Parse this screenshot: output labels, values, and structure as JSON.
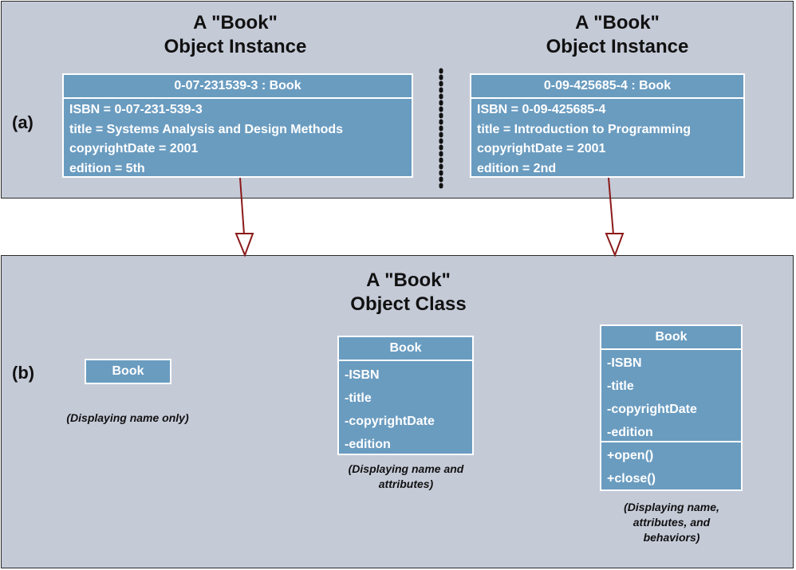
{
  "part_a": {
    "label": "(a)",
    "instances": [
      {
        "heading_line1": "A \"Book\"",
        "heading_line2": "Object Instance",
        "header": "0-07-231539-3 : Book",
        "attributes": [
          "ISBN = 0-07-231-539-3",
          "title = Systems Analysis and Design Methods",
          "copyrightDate = 2001",
          "edition = 5th"
        ]
      },
      {
        "heading_line1": "A \"Book\"",
        "heading_line2": "Object Instance",
        "header": "0-09-425685-4 : Book",
        "attributes": [
          "ISBN = 0-09-425685-4",
          "title = Introduction to Programming",
          "copyrightDate = 2001",
          "edition = 2nd"
        ]
      }
    ]
  },
  "part_b": {
    "label": "(b)",
    "heading_line1": "A \"Book\"",
    "heading_line2": "Object Class",
    "name_only": {
      "name": "Book",
      "caption": "(Displaying name only)"
    },
    "name_attributes": {
      "name": "Book",
      "attributes": [
        "-ISBN",
        "-title",
        "-copyrightDate",
        "-edition"
      ],
      "caption_line1": "(Displaying name and",
      "caption_line2": "attributes)"
    },
    "full": {
      "name": "Book",
      "attributes": [
        "-ISBN",
        "-title",
        "-copyrightDate",
        "-edition"
      ],
      "behaviors": [
        "+open()",
        "+close()"
      ],
      "caption_line1": "(Displaying name,",
      "caption_line2": "attributes, and",
      "caption_line3": "behaviors)"
    }
  },
  "colors": {
    "panel": "#c5cad7",
    "box": "#6a9cc0",
    "arrow": "#8b1a1a"
  }
}
